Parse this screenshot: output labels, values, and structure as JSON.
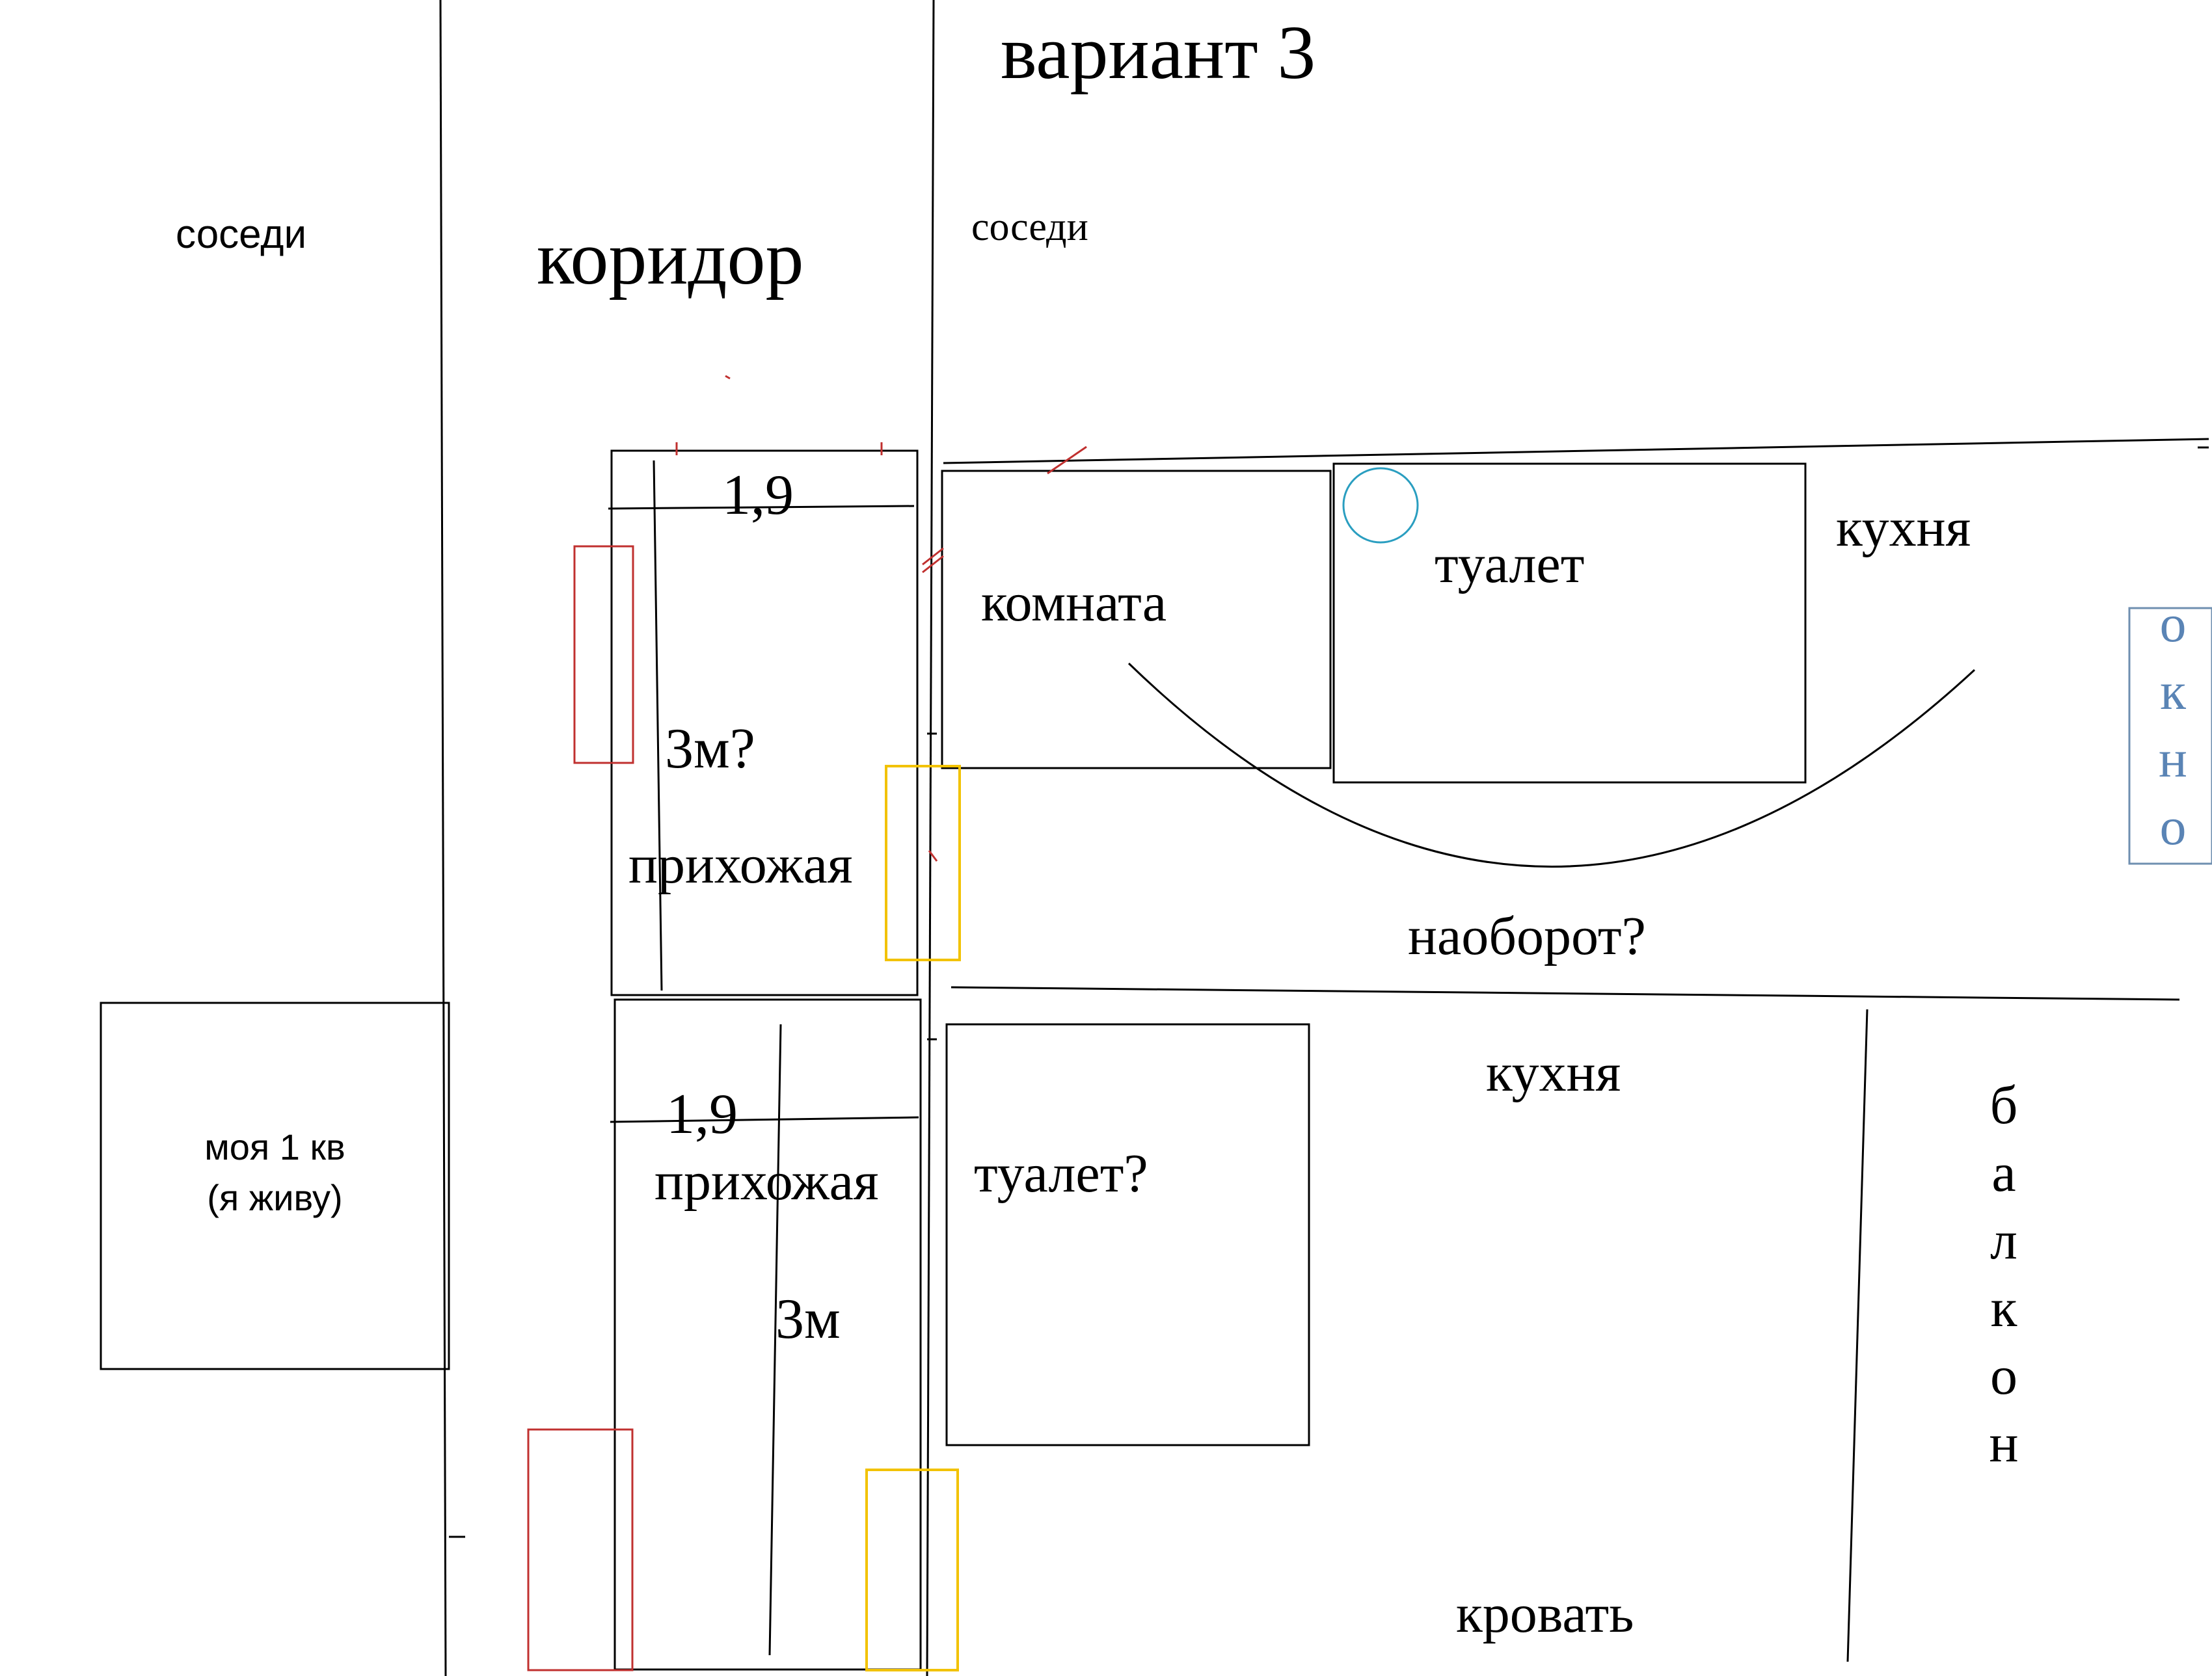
{
  "title": "вариант 3",
  "labels": {
    "neighbors_left": "соседи",
    "corridor": "коридор",
    "neighbors_right": "соседи",
    "dim_top_width": "1,9",
    "dim_top_length": "3м?",
    "hallway_top": "прихожая",
    "room": "комната",
    "toilet_top": "туалет",
    "kitchen_top": "кухня",
    "reverse_question": "наоборот?",
    "my_apartment_line1": "моя 1 кв",
    "my_apartment_line2": "(я живу)",
    "dim_bottom_width": "1,9",
    "hallway_bottom": "прихожая",
    "dim_bottom_length": "3м",
    "toilet_bottom": "туалет?",
    "kitchen_bottom": "кухня",
    "bed": "кровать"
  },
  "window_letters": [
    "о",
    "к",
    "н",
    "о"
  ],
  "balcony_letters": [
    "б",
    "а",
    "л",
    "к",
    "о",
    "н"
  ],
  "colors": {
    "line": "#000000",
    "door_red": "#c0302f",
    "door_yellow": "#f2c200",
    "circle_blue": "#2a9ec0",
    "window_frame": "#6f8fb0",
    "window_text": "#5a84b5"
  }
}
